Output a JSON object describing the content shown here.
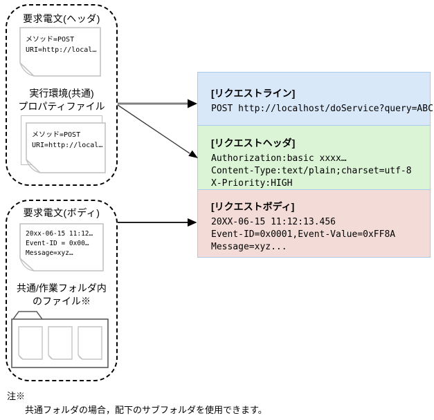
{
  "left_top_group": {
    "title": "要求電文(ヘッダ)",
    "doc_lines": [
      "メソッド=POST",
      "URI=http://local…"
    ],
    "subtitle": [
      "実行環境(共通)",
      "プロパティファイル"
    ],
    "stacked_doc_lines": [
      "メソッド=POST",
      "URI=http://local…"
    ]
  },
  "left_bottom_group": {
    "title": "要求電文(ボディ)",
    "doc_lines": [
      "20xx-06-15 11:12…",
      "Event-ID = 0x00…",
      "Message=xyz…"
    ],
    "subtitle": [
      "共通/作業フォルダ内",
      "のファイル※"
    ]
  },
  "request_line_box": {
    "title": "[リクエストライン]",
    "lines": [
      "POST http://localhost/doService?query=ABC"
    ],
    "bg_color": "#d9e8f8"
  },
  "request_header_box": {
    "title": "[リクエストヘッダ]",
    "lines": [
      "Authorization:basic xxxx…",
      "Content-Type:text/plain;charset=utf-8",
      "X-Priority:HIGH"
    ],
    "bg_color": "#dcf4d6"
  },
  "request_body_box": {
    "title": "[リクエストボディ]",
    "lines": [
      "20XX-06-15 11:12:13.456",
      "Event-ID=0x0001,Event-Value=0xFF8A",
      "Message=xyz..."
    ],
    "bg_color": "#f3dcd7"
  },
  "footnote": {
    "marker": "注※",
    "text": "共通フォルダの場合，配下のサブフォルダを使用できます。"
  },
  "colors": {
    "box_border": "#a9c9e8",
    "arrow_gray": "#808080",
    "arrow_black": "#000000",
    "doc_outline": "#bfbfbf",
    "folder_outline": "#595959"
  }
}
